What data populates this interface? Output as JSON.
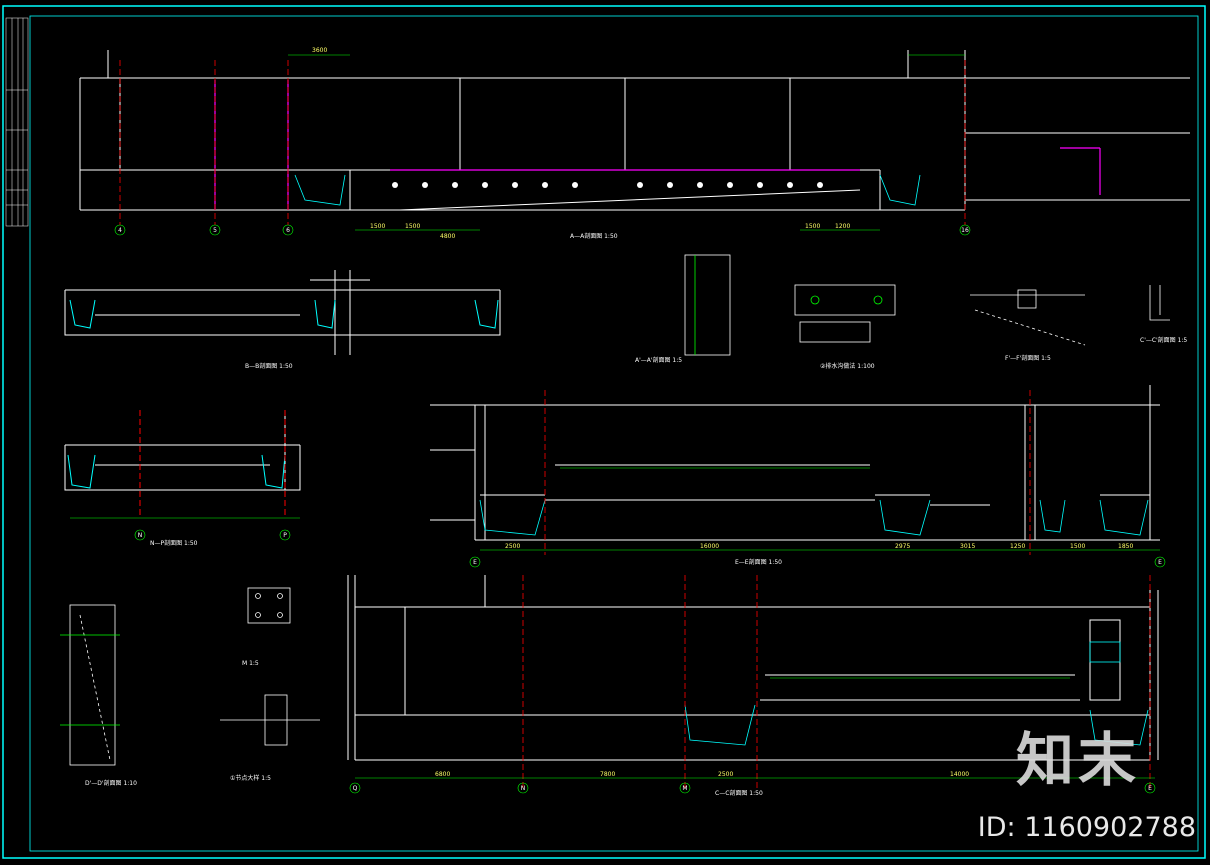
{
  "colors": {
    "background": "#000000",
    "frame": "#00ffff",
    "structure": "#ffffff",
    "dimension": "#00ff00",
    "axis": "#ff0000",
    "pipe": "#ff00ff",
    "note": "#ffff00"
  },
  "section_titles": {
    "a_a": "A—A剖面图 1:50",
    "e_e": "E—E剖面图 1:50",
    "n_p": "N—P剖面图 1:50",
    "b_b": "B—B剖面图 1:50",
    "c_c": "C—C剖面图 1:50",
    "a_prime": "A'—A'剖面图 1:5",
    "detail_2": "②排水沟做法 1:100",
    "f_f": "F'—F'剖面图 1:5",
    "c_prime": "C'—C'剖面图 1:5",
    "d_d": "D'—D'剖面图 1:10",
    "m": "M 1:5",
    "detail_1": "①节点大样 1:5"
  },
  "axis_labels": {
    "aa": [
      "4",
      "5",
      "6",
      "16"
    ],
    "np": [
      "N",
      "P"
    ],
    "bb": [
      "E",
      "E"
    ],
    "cc": [
      "Q",
      "N",
      "M",
      "E"
    ]
  },
  "dims": {
    "aa_bottom": [
      "1500",
      "1500",
      "4800",
      "1500",
      "1200"
    ],
    "bb_bottom": [
      "2500",
      "16000",
      "2975",
      "3015",
      "1250",
      "1500",
      "1850"
    ],
    "cc_bottom": [
      "6800",
      "7800",
      "2500",
      "14000"
    ],
    "top_small": "3600"
  },
  "watermark": {
    "brand": "知末",
    "image_id": "ID: 1160902788"
  }
}
